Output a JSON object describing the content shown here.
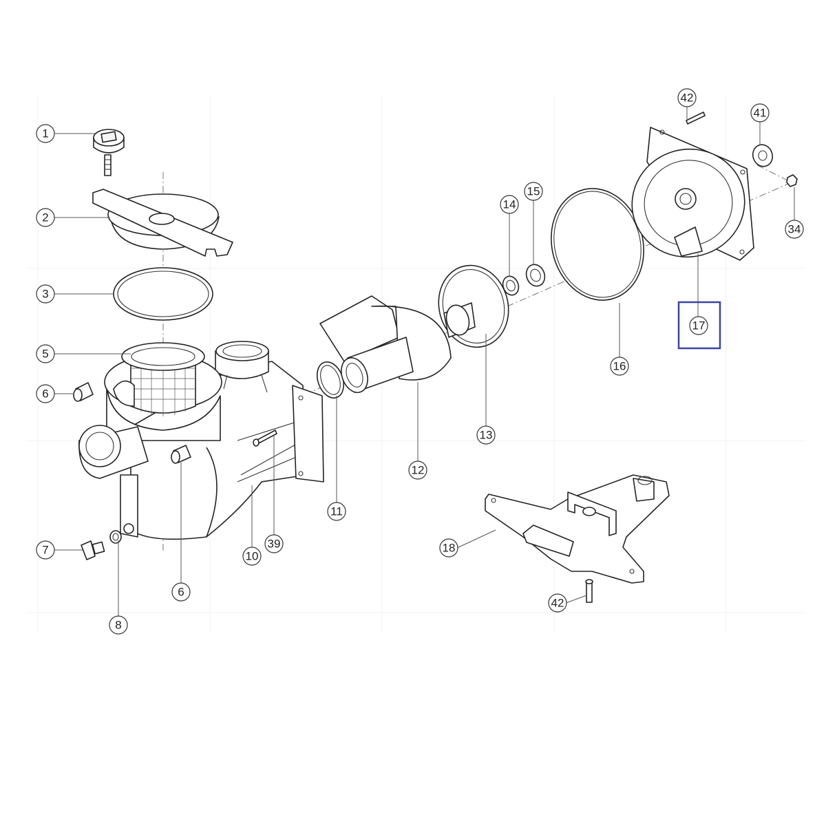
{
  "diagram": {
    "callouts": [
      {
        "id": "c1",
        "label": "1"
      },
      {
        "id": "c2",
        "label": "2"
      },
      {
        "id": "c3",
        "label": "3"
      },
      {
        "id": "c5",
        "label": "5"
      },
      {
        "id": "c6a",
        "label": "6"
      },
      {
        "id": "c6b",
        "label": "6"
      },
      {
        "id": "c7",
        "label": "7"
      },
      {
        "id": "c8",
        "label": "8"
      },
      {
        "id": "c10",
        "label": "10"
      },
      {
        "id": "c39",
        "label": "39"
      },
      {
        "id": "c11",
        "label": "11"
      },
      {
        "id": "c12",
        "label": "12"
      },
      {
        "id": "c13",
        "label": "13"
      },
      {
        "id": "c14",
        "label": "14"
      },
      {
        "id": "c15",
        "label": "15"
      },
      {
        "id": "c16",
        "label": "16"
      },
      {
        "id": "c17",
        "label": "17"
      },
      {
        "id": "c18",
        "label": "18"
      },
      {
        "id": "c41",
        "label": "41"
      },
      {
        "id": "c42a",
        "label": "42"
      },
      {
        "id": "c42b",
        "label": "42"
      },
      {
        "id": "c34",
        "label": "34"
      }
    ],
    "highlighted_callout": "17",
    "highlight_color": "#3b43a3"
  }
}
